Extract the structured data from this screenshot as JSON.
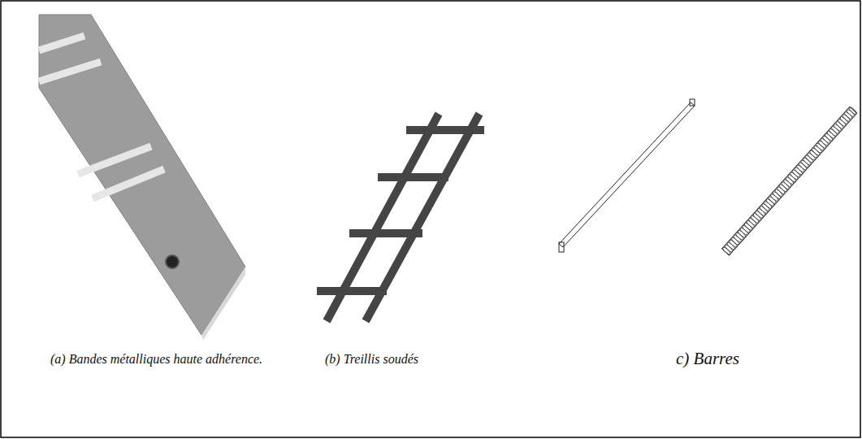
{
  "diagram": {
    "labels": [
      "(a) Bandes métalliques haute adhérence.",
      "(b) Treillis soudés",
      "c) Barres"
    ]
  }
}
